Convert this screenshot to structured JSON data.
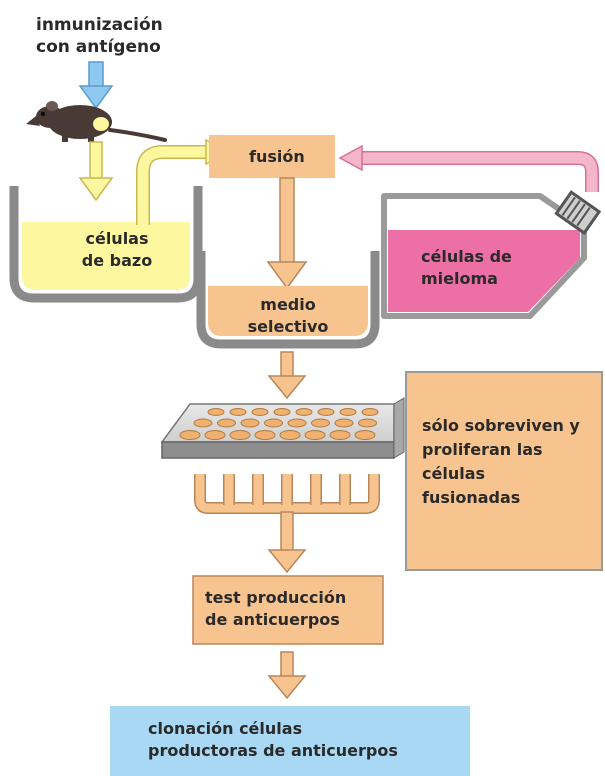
{
  "immunization_label_line1": "inmunización",
  "immunization_label_line2": "con antígeno",
  "fusion_label": "fusión",
  "spleen_cells_line1": "células",
  "spleen_cells_line2": "de bazo",
  "myeloma_cells_line1": "células de",
  "myeloma_cells_line2": "mieloma",
  "selective_medium_line1": "medio",
  "selective_medium_line2": "selectivo",
  "survival_note_line1": "sólo sobreviven y",
  "survival_note_line2": "proliferan las",
  "survival_note_line3": "células",
  "survival_note_line4": "fusionadas",
  "antibody_test_line1": "test producción",
  "antibody_test_line2": "de anticuerpos",
  "cloning_line1": "clonación células",
  "cloning_line2": "productoras de anticuerpos",
  "colors": {
    "peach": "#f7c48f",
    "yellow": "#fdf7a0",
    "pink": "#ec6fa6",
    "pink_light": "#f4b6c9",
    "blue": "#8fc8f0",
    "cyan_box": "#a8d8f4",
    "gray": "#9a9a9a",
    "mouse": "#4a3a36"
  },
  "icons": {
    "mouse": "mouse-icon",
    "beaker": "beaker-icon",
    "flask": "flask-icon",
    "well_plate": "well-plate-icon"
  }
}
